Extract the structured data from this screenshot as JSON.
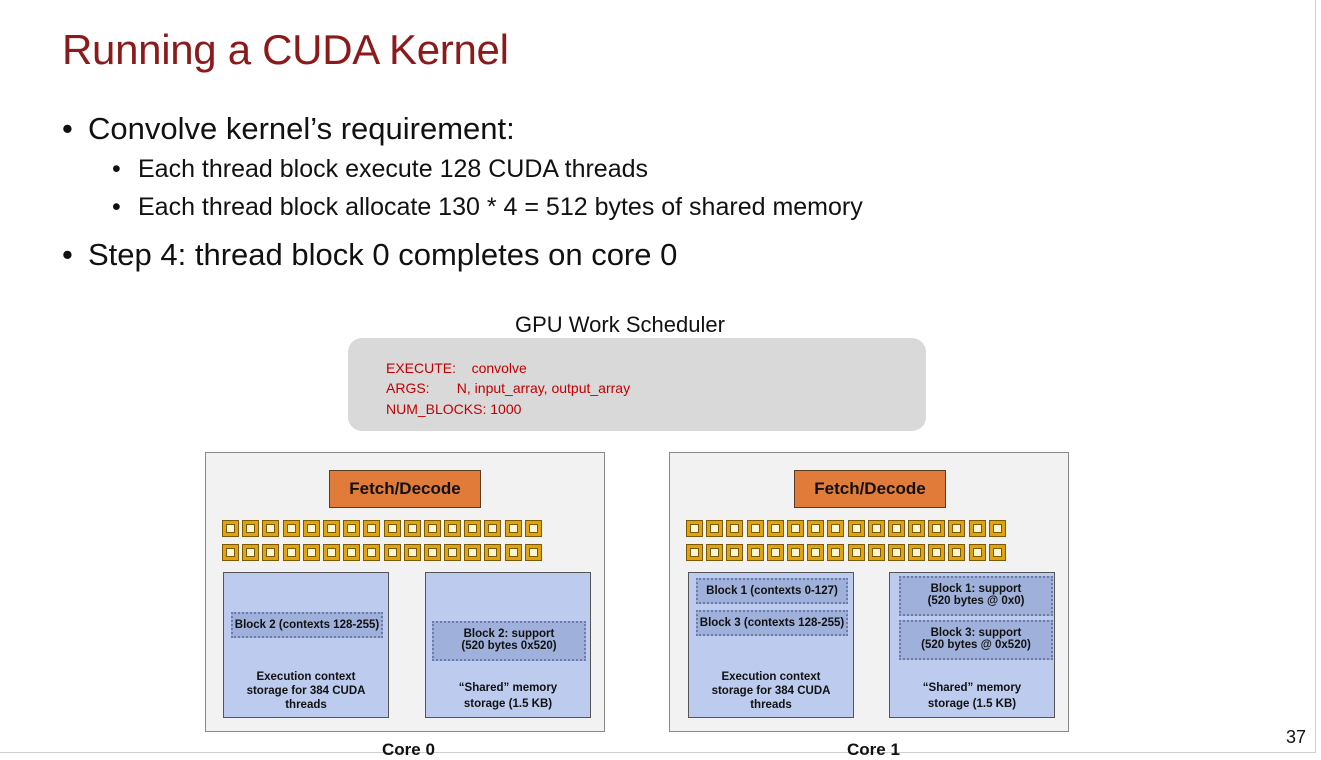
{
  "slide": {
    "title": "Running a CUDA Kernel",
    "page_number": "37"
  },
  "bullets": {
    "b1": "Convolve kernel’s requirement:",
    "b1_1": "Each thread block execute 128 CUDA threads",
    "b1_2": "Each thread block allocate 130 * 4 = 512 bytes of shared memory",
    "b2": "Step 4: thread block 0 completes on core 0",
    "bullet_char": "•"
  },
  "scheduler": {
    "title": "GPU Work Scheduler",
    "line1": "EXECUTE:    convolve",
    "line2": "ARGS:       N, input_array, output_array",
    "line3": "NUM_BLOCKS: 1000",
    "text_color": "#c00000"
  },
  "cores": [
    {
      "label": "Core 0",
      "fetch_decode": "Fetch/Decode",
      "exec_blocks": [
        "Block 2 (contexts 128-255)"
      ],
      "exec_caption_1": "Execution context",
      "exec_caption_2": "storage for 384 CUDA",
      "exec_caption_3": "threads",
      "mem_blocks": [
        {
          "line1": "Block 2: support",
          "line2": "(520 bytes 0x520)"
        }
      ],
      "mem_caption_1": "“Shared” memory",
      "mem_caption_2": "storage (1.5 KB)"
    },
    {
      "label": "Core 1",
      "fetch_decode": "Fetch/Decode",
      "exec_blocks": [
        "Block 1 (contexts 0-127)",
        "Block 3 (contexts 128-255)"
      ],
      "exec_caption_1": "Execution context",
      "exec_caption_2": "storage for 384 CUDA",
      "exec_caption_3": "threads",
      "mem_blocks": [
        {
          "line1": "Block 1: support",
          "line2": "(520 bytes @ 0x0)"
        },
        {
          "line1": "Block 3: support",
          "line2": "(520 bytes @ 0x520)"
        }
      ],
      "mem_caption_1": "“Shared” memory",
      "mem_caption_2": "storage (1.5 KB)"
    }
  ],
  "colors": {
    "title": "#8b1a1a",
    "fetch_decode": "#e07b39",
    "alu": "#e3a310",
    "panel": "#bccbee",
    "block": "#9fb0da",
    "scheduler_bg": "#d9d9d9"
  },
  "alu_grid": {
    "rows": 2,
    "cols": 16
  }
}
